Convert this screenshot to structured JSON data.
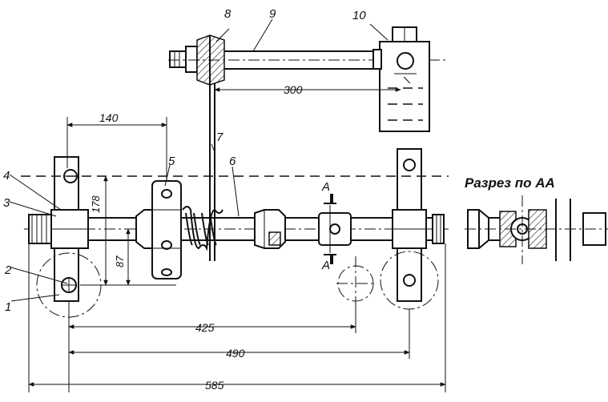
{
  "figure": {
    "section_title": "Разрез по АА",
    "section_marks": [
      "А",
      "А"
    ],
    "callouts": [
      "1",
      "2",
      "3",
      "4",
      "5",
      "6",
      "7",
      "8",
      "9",
      "10"
    ],
    "dimensions": {
      "d140": "140",
      "d178": "178",
      "d87": "87",
      "d300": "300",
      "d425": "425",
      "d490": "490",
      "d585": "585"
    }
  }
}
